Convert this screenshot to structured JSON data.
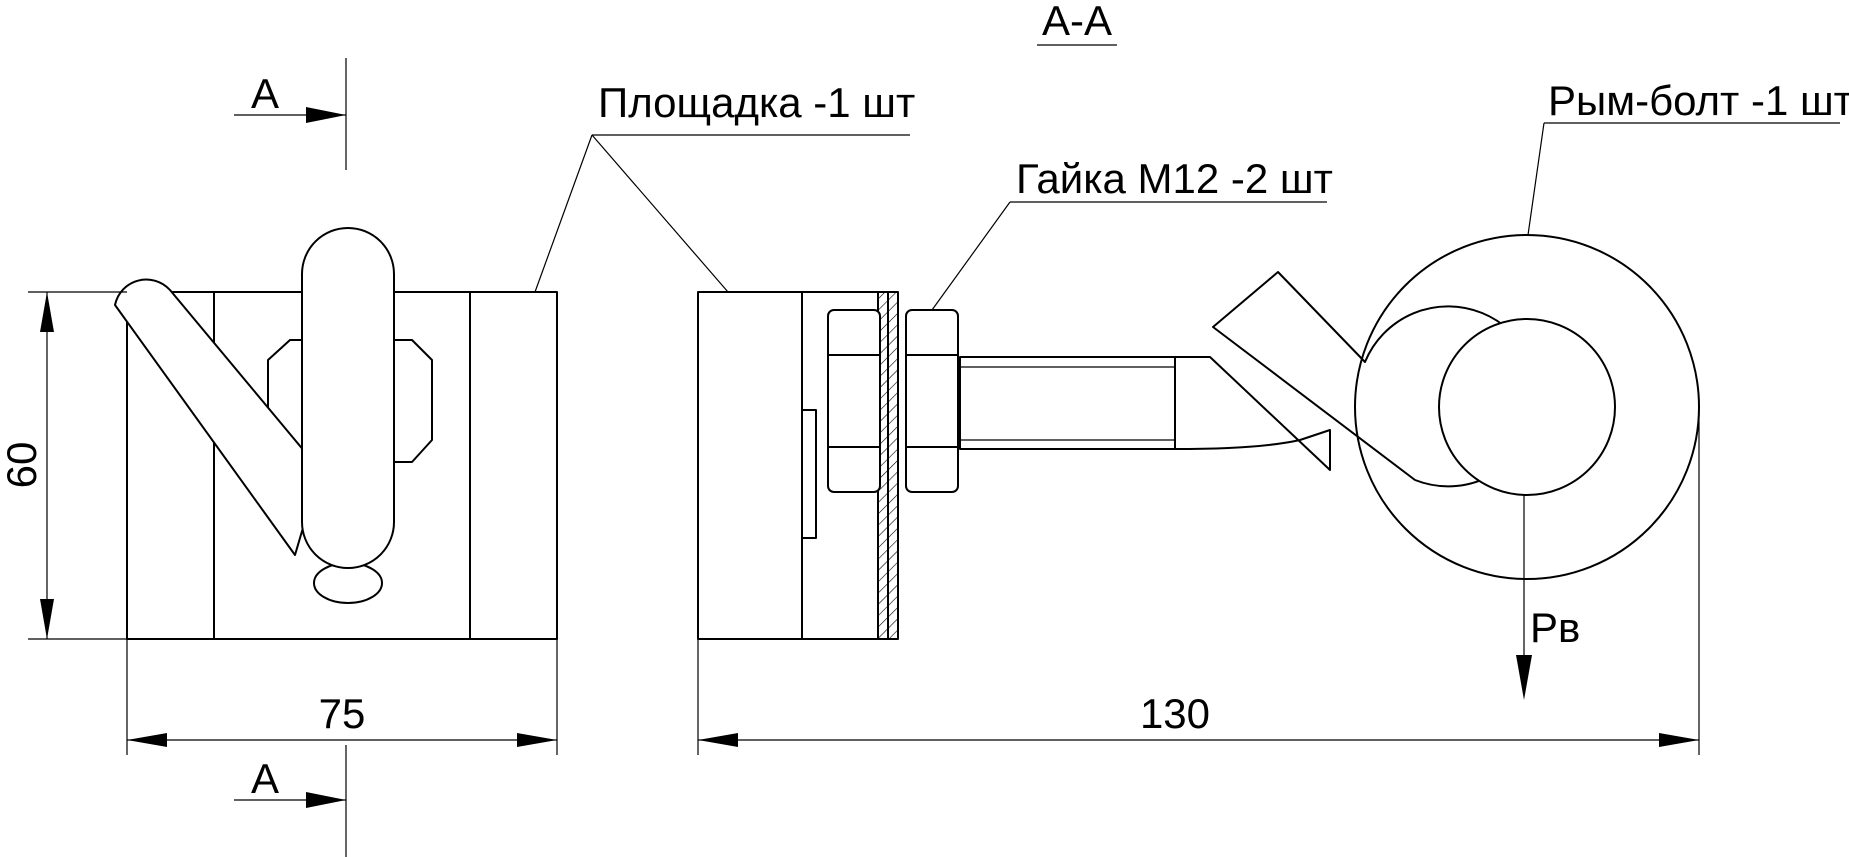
{
  "section_title": "А-А",
  "section_marks": {
    "top": "А",
    "bottom": "А"
  },
  "callouts": {
    "pad": "Площадка -1 шт",
    "nut": "Гайка М12 -2 шт",
    "eyebolt": "Рым-болт -1 шт"
  },
  "dimensions": {
    "height": "60",
    "width": "75",
    "length": "130"
  },
  "load_label": "Рв"
}
